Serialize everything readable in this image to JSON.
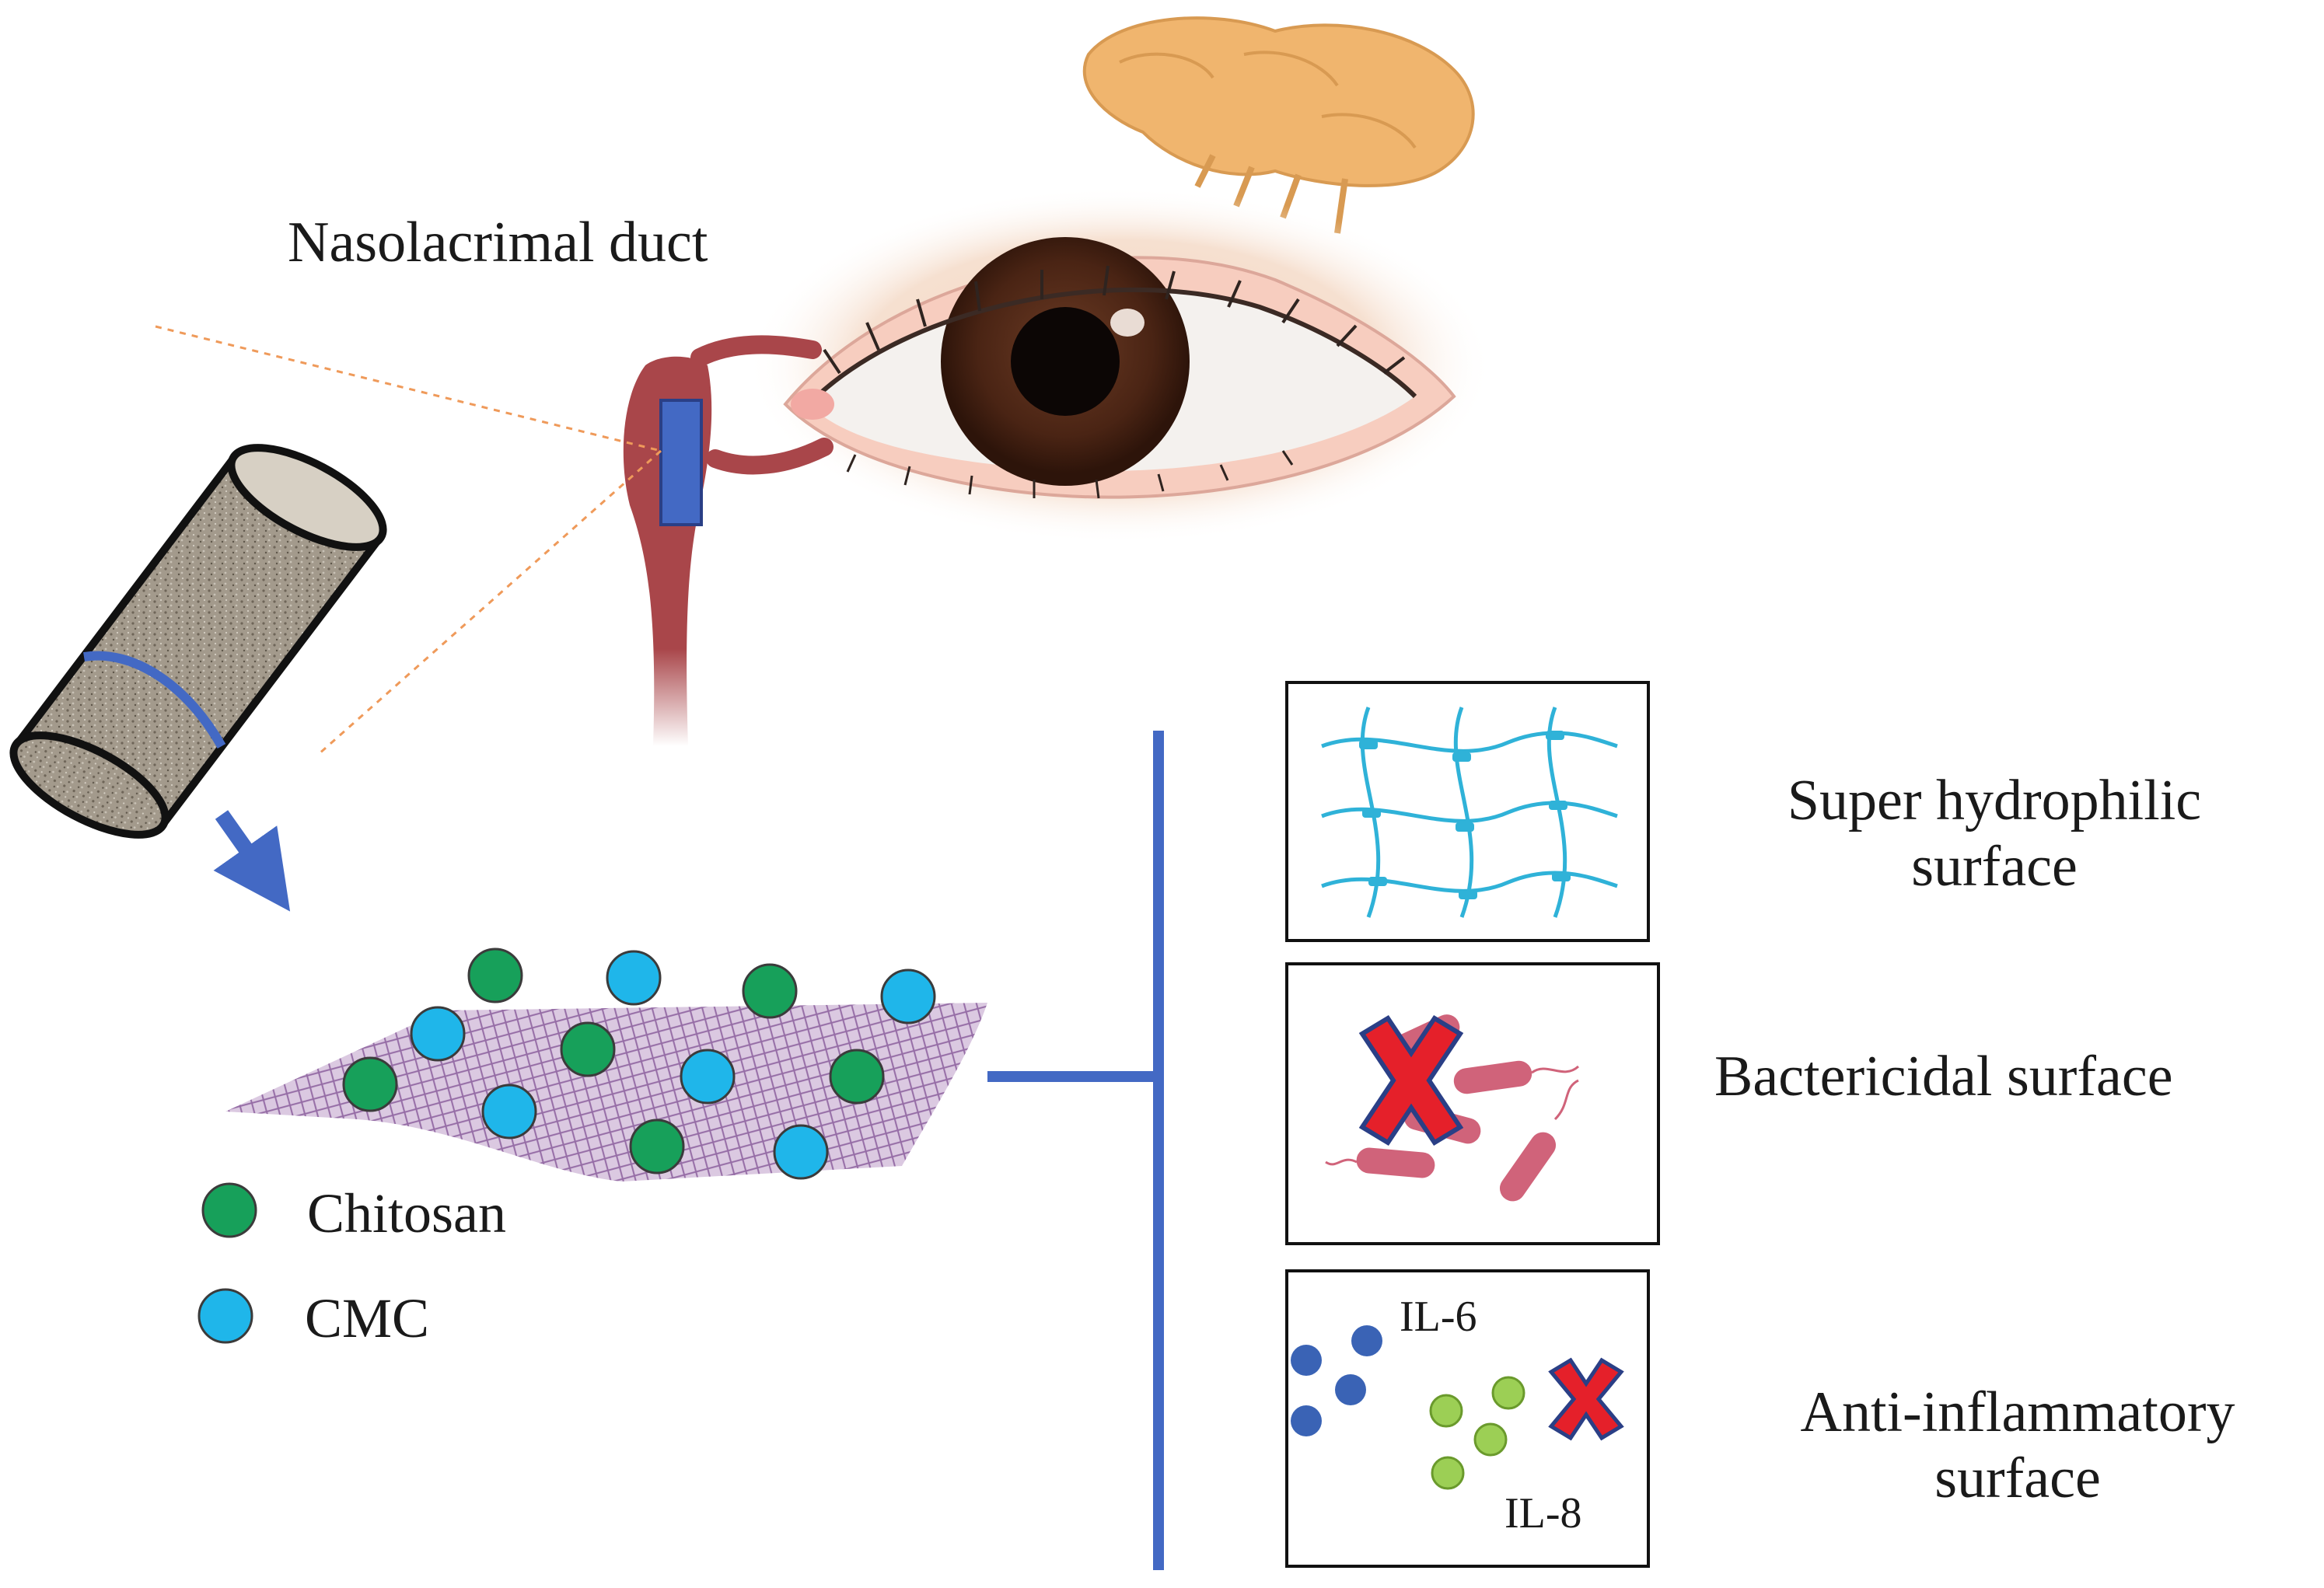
{
  "labels": {
    "nasolacrimal_duct": "Nasolacrimal duct",
    "legend_chitosan": "Chitosan",
    "legend_cmc": "CMC",
    "super_hydrophilic_line1": "Super hydrophilic",
    "super_hydrophilic_line2": "surface",
    "bactericidal": "Bactericidal surface",
    "anti_inflammatory_line1": "Anti-inflammatory",
    "anti_inflammatory_line2": "surface",
    "il6": "IL-6",
    "il8": "IL-8"
  },
  "colors": {
    "chitosan": "#17a05a",
    "cmc": "#1fb6ea",
    "connector_blue": "#4369c4",
    "red_x": "#e5202a",
    "bacteria": "#d0637a",
    "network": "#2fb2d8",
    "il6_dots": "#3a63b5",
    "il8_dots": "#9ccf55",
    "duct": "#a9464a",
    "stent_fill": "#a39a8c"
  },
  "icons": [
    "stent-tube-icon",
    "eye-icon",
    "lacrimal-gland-icon",
    "nanosheet-icon",
    "bacteria-icon",
    "red-x-icon",
    "polymer-network-icon"
  ]
}
